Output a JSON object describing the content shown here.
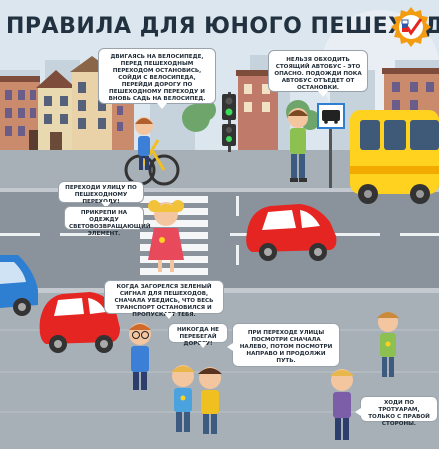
{
  "poster": {
    "title": "ПРАВИЛА ДЛЯ ЮНОГО ПЕШЕХОДА"
  },
  "bubbles": {
    "bicycle": "ДВИГАЯСЬ НА ВЕЛОСИПЕДЕ, ПЕРЕД ПЕШЕХОДНЫМ ПЕРЕХОДОМ ОСТАНОВИСЬ, СОЙДИ С ВЕЛОСИПЕДА, ПЕРЕЙДИ ДОРОГУ ПО ПЕШЕХОДНОМУ ПЕРЕХОДУ И ВНОВЬ САДЬ НА ВЕЛОСИПЕД.",
    "bus": "НЕЛЬЗЯ ОБХОДИТЬ СТОЯЩИЙ АВТОБУС - ЭТО ОПАСНО. ПОДОЖДИ ПОКА АВТОБУС ОТЪЕДЕТ ОТ ОСТАНОВКИ.",
    "crosswalk": "ПЕРЕХОДИ УЛИЦУ ПО ПЕШЕХОДНОМУ ПЕРЕХОДУ!",
    "reflector": "ПРИКРЕПИ НА ОДЕЖДУ СВЕТОВОЗВРАЩАЮЩИЙ ЭЛЕМЕНТ.",
    "green_signal": "КОГДА ЗАГОРЕЛСЯ ЗЕЛЕНЫЙ СИГНАЛ ДЛЯ ПЕШЕХОДОВ, СНАЧАЛА УБЕДИСЬ, ЧТО ВЕСЬ ТРАНСПОРТ ОСТАНОВИЛСЯ И ПРОПУСКАЕТ ТЕБЯ.",
    "never_run": "НИКОГДА НЕ ПЕРЕБЕГАЙ ДОРОГУ!",
    "look_left_right": "ПРИ ПЕРЕХОДЕ УЛИЦЫ ПОСМОТРИ СНАЧАЛА НАЛЕВО, ПОТОМ ПОСМОТРИ НАПРАВО И ПРОДОЛЖИ ПУТЬ.",
    "sidewalk": "ХОДИ ПО ТРОТУАРАМ, ТОЛЬКО С ПРАВОЙ СТОРОНЫ."
  },
  "colors": {
    "sky": "#dbe6ee",
    "road": "#8a939b",
    "sidewalk": "#a8b0b7",
    "bus": "#ffd21f",
    "car": "#e52521",
    "car_blue": "#2e7fd1",
    "title": "#22313f",
    "badge": "#f39c12"
  },
  "icons": {
    "badge": "shield-check-badge-icon",
    "bus_stop_sign": "bus-stop-sign-icon",
    "traffic_light": "traffic-light-icon"
  }
}
